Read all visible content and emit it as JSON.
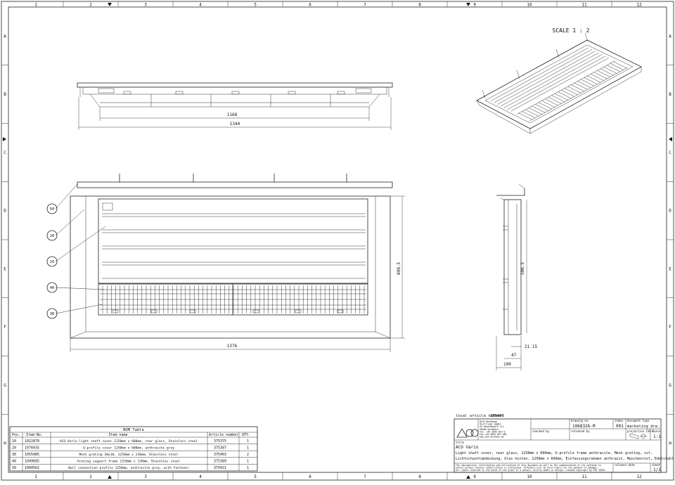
{
  "grid": {
    "cols": [
      "1",
      "2",
      "3",
      "4",
      "5",
      "6",
      "7",
      "8",
      "9",
      "10",
      "11",
      "12"
    ],
    "rows": [
      "A",
      "B",
      "C",
      "D",
      "E",
      "F",
      "G",
      "H"
    ]
  },
  "scale_label": "SCALE 1 : 2",
  "dimensions": {
    "top_inner": "1168",
    "top_outer": "1344",
    "front_width": "1376",
    "front_height": "899.5",
    "side_height": "586.5",
    "side_d1": "21.15",
    "side_d2": "47",
    "side_d3": "100"
  },
  "balloons": [
    "50",
    "20",
    "10",
    "40",
    "30"
  ],
  "bom": {
    "title": "BOM Table",
    "headers": [
      "Pos.",
      "Item-No.",
      "Item name",
      "Article number",
      "QTY."
    ],
    "rows": [
      [
        "10",
        "1022878",
        "ACO Vario light shaft cover 1250mm x 600mm, rear glass, Stainless steel",
        "375375",
        "1"
      ],
      [
        "20",
        "1076035",
        "U-profile cover 1250mm x 600mm, anthracite grey",
        "375387",
        "1"
      ],
      [
        "30",
        "1055085",
        "Mesh grating 30x10, 1250mm x 130mm, Stainless steel",
        "375403",
        "2"
      ],
      [
        "40",
        "1049685",
        "Grating support frame 1250mm x 130mm, Stainless steel",
        "375389",
        "1"
      ],
      [
        "50",
        "1060502",
        "Wall connection profile 1250mm, anthracite grey, with fastener",
        "375421",
        "1"
      ]
    ]
  },
  "title_block": {
    "local_article_label": "local article number:",
    "local_article_value": "375400",
    "company_lines": [
      "ACO Hochbau",
      "Vertrieb GmbH",
      "Im Gewerbepark 11c",
      "36466 Dermbach",
      "Tel. +49 3695 857-0",
      "Fax +49 3695 857-180",
      "www.aco-hochbau.de"
    ],
    "drawing_no_label": "drawing no.",
    "drawing_no": "1068326-M",
    "index_label": "index",
    "index_value": "001",
    "doc_type_label": "document type",
    "doc_type": "marketing drw.",
    "checked_label": "checked by",
    "released_label": "released by",
    "projection_label": "projection ISO-E",
    "scale_label": "scale",
    "scale_value": "1:1",
    "title_label": "title",
    "title": "ACO Vario",
    "desc_en": "Light shaft cover, rear glass, 1250mm x 600mm, U-profile frame anthracite, Mesh grating, sst.",
    "desc_de": "Lichtschachtabdeckung, Glas hinten, 1250mm x 600mm, Einfassungsrahmen anthrazit, Maschenrost, Edelstahl",
    "legal": [
      "The reproduction, distribution and utilization of this document as well as the communication of its contents to",
      "others without express authorization is prohibited. Offenders will be held liable for the payment of damages.",
      "All rights reserved in the event of the grant of a patent, utility model or design. Created copyright by ISO 16016."
    ],
    "release_date_label": "release date",
    "sheet_label": "sheet",
    "sheet_value": "1/1"
  }
}
